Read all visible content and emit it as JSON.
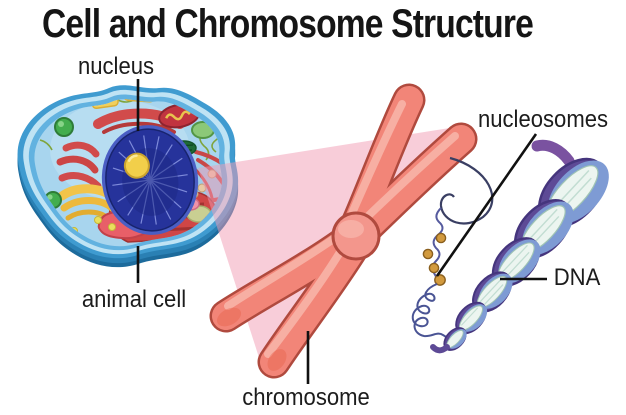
{
  "title": "Cell and Chromosome Structure",
  "labels": {
    "nucleus": "nucleus",
    "animal_cell": "animal cell",
    "chromosome": "chromosome",
    "nucleosomes": "nucleosomes",
    "dna": "DNA"
  },
  "colors": {
    "background": "#ffffff",
    "text": "#1c1c1c",
    "cell_membrane_blue": "#3f9bd0",
    "cell_inner_light_blue": "#bfe3f4",
    "cell_cytoplasm_blue": "#a8d5ee",
    "cell_base_teal": "#1d6b9c",
    "nucleus_blue": "#26339b",
    "nucleus_filament": "#8d9ae6",
    "nucleolus_yellow": "#f2cf4a",
    "er_red": "#d14b4b",
    "golgi_yellow": "#f2c44a",
    "organelle_green": "#43ad4e",
    "magnifier_pink": "#f6b8cb",
    "chromosome_salmon": "#f28578",
    "chromosome_highlight": "#f8b2a6",
    "chromosome_outline": "#b04a3e",
    "centromere_pink": "#f3968c",
    "chromatin_fiber_navy": "#3a3f63",
    "nucleosome_gold": "#d29a3e",
    "dna_purple": "#5d4a96",
    "dna_dark_purple": "#45357d",
    "dna_blue": "#7e9bd4",
    "dna_band_white": "#ecf5f0",
    "leader_line_black": "#111111"
  }
}
